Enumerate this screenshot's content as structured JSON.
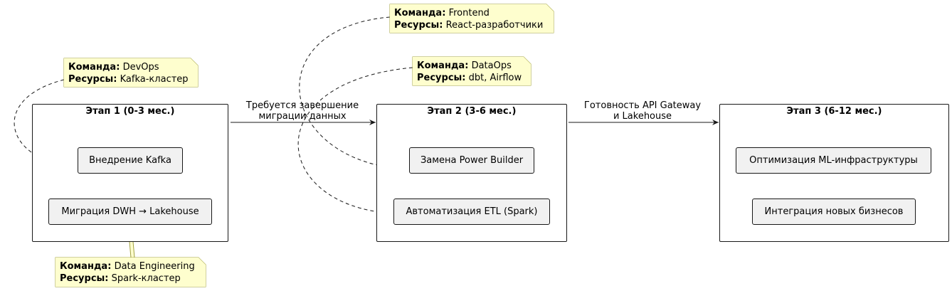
{
  "stages": [
    {
      "title": "Этап 1 (0-3 мес.)",
      "tasks": [
        "Внедрение Kafka",
        "Миграция DWH → Lakehouse"
      ]
    },
    {
      "title": "Этап 2 (3-6 мес.)",
      "tasks": [
        "Замена Power Builder",
        "Автоматизация ETL (Spark)"
      ]
    },
    {
      "title": "Этап 3 (6-12 мес.)",
      "tasks": [
        "Оптимизация ML-инфраструктуры",
        "Интеграция новых бизнесов"
      ]
    }
  ],
  "transitions": [
    {
      "line1": "Требуется завершение",
      "line2": "миграции данных"
    },
    {
      "line1": "Готовность API Gateway",
      "line2": "и Lakehouse"
    }
  ],
  "notes": {
    "team_label": "Команда:",
    "resources_label": "Ресурсы:",
    "items": [
      {
        "team": "DevOps",
        "resources": "Kafka-кластер"
      },
      {
        "team": "Data Engineering",
        "resources": "Spark-кластер"
      },
      {
        "team": "Frontend",
        "resources": "React-разработчики"
      },
      {
        "team": "DataOps",
        "resources": "dbt, Airflow"
      }
    ]
  },
  "colors": {
    "note_fill": "#fefece",
    "note_border": "#a0a040",
    "task_fill": "#f1f1f1",
    "line": "#181818"
  }
}
